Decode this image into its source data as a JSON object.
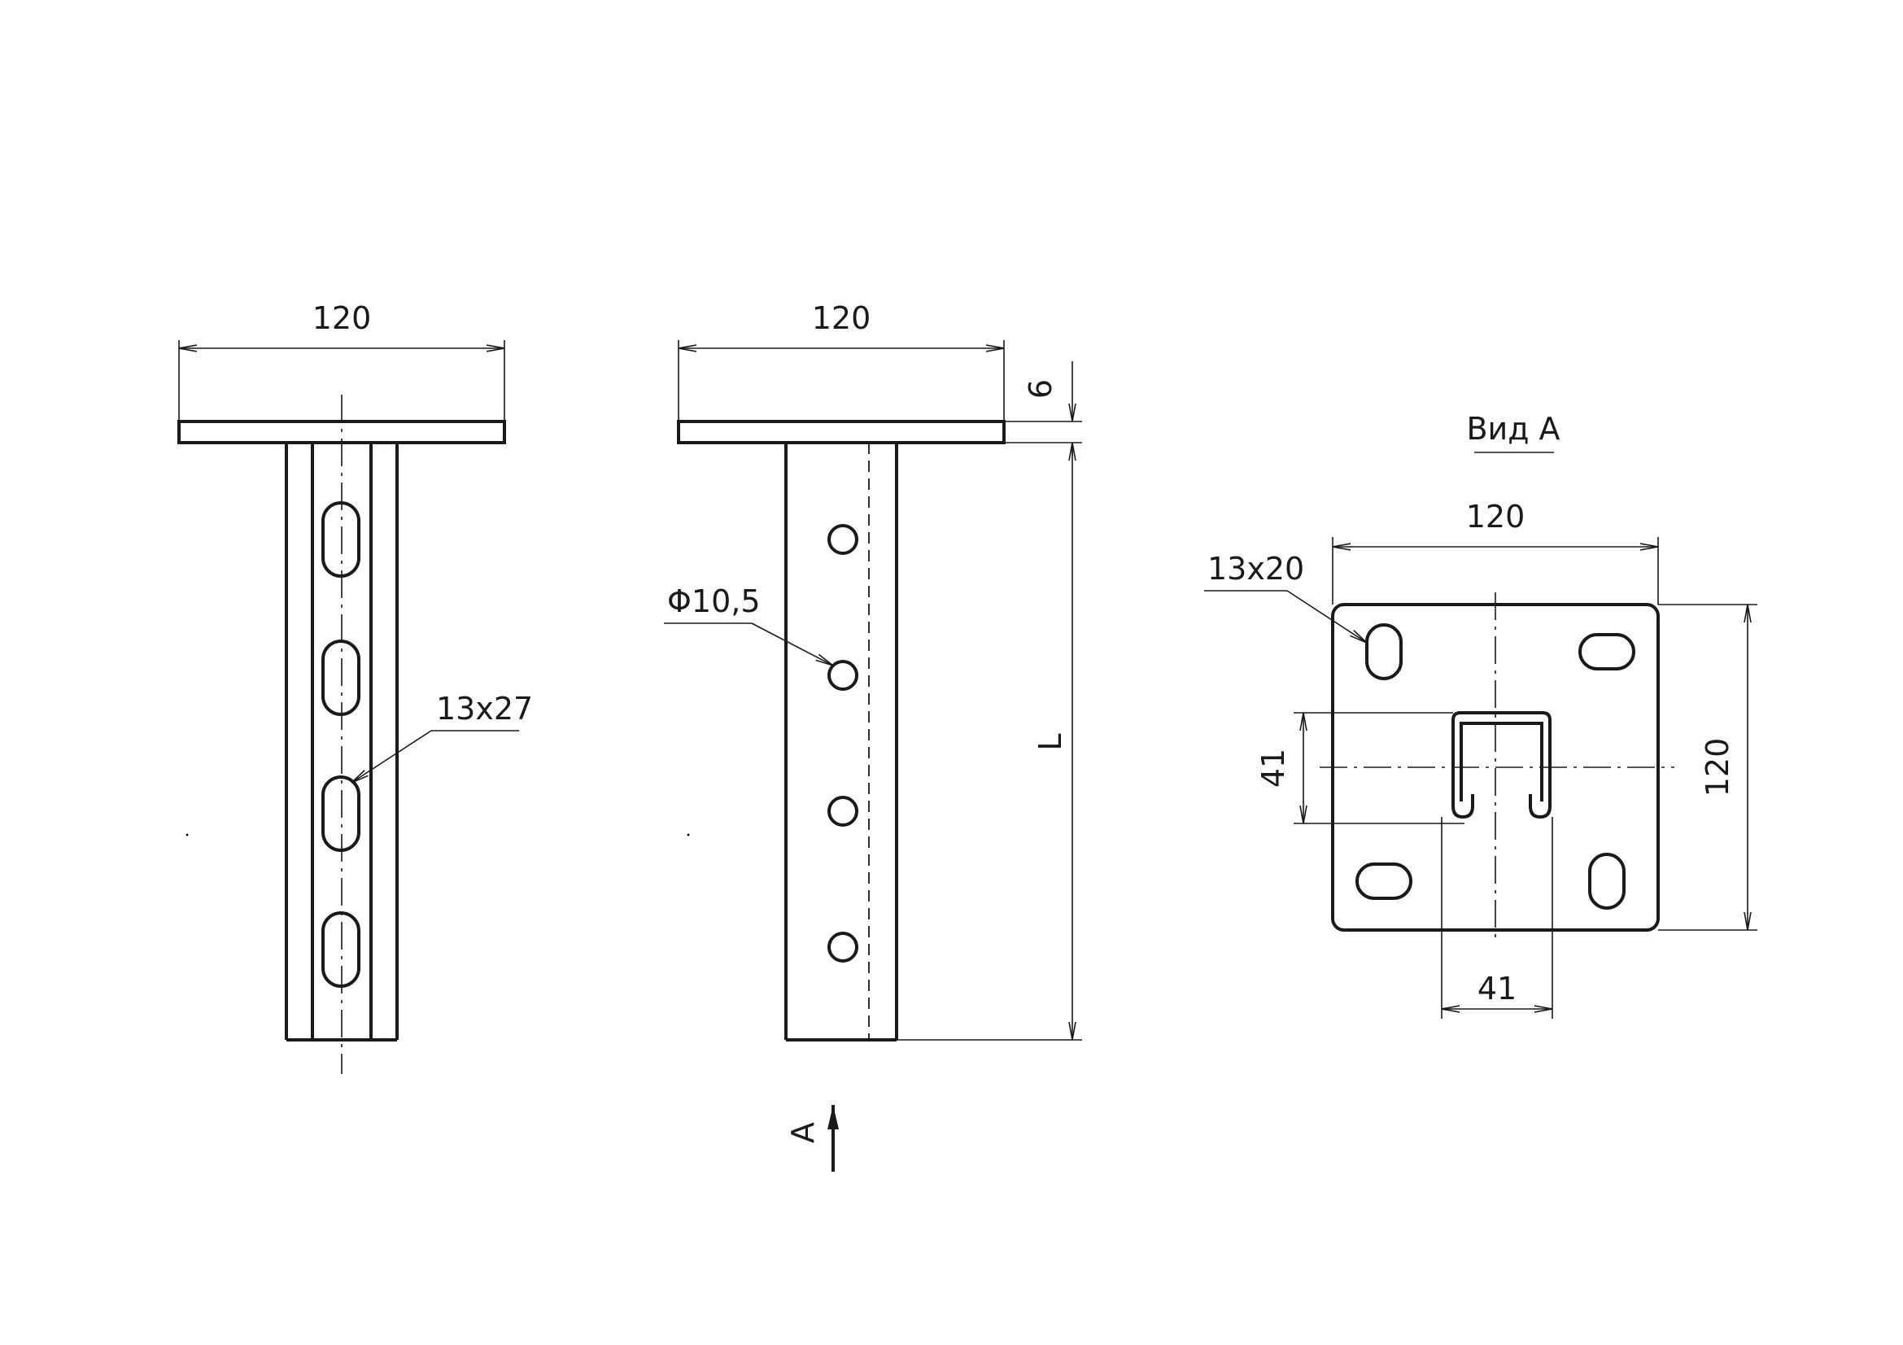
{
  "views": {
    "front": {
      "width_label": "120",
      "slot_label": "13x27"
    },
    "side": {
      "width_label": "120",
      "thickness_label": "6",
      "length_label": "L",
      "hole_label": "Φ10,5",
      "view_marker": "A"
    },
    "view_a": {
      "title": "Вид А",
      "width_label": "120",
      "height_label": "120",
      "slot_label": "13x20",
      "profile_height_label": "41",
      "profile_width_label": "41"
    }
  },
  "colors": {
    "line": "#1a1a1a",
    "background": "#ffffff"
  }
}
